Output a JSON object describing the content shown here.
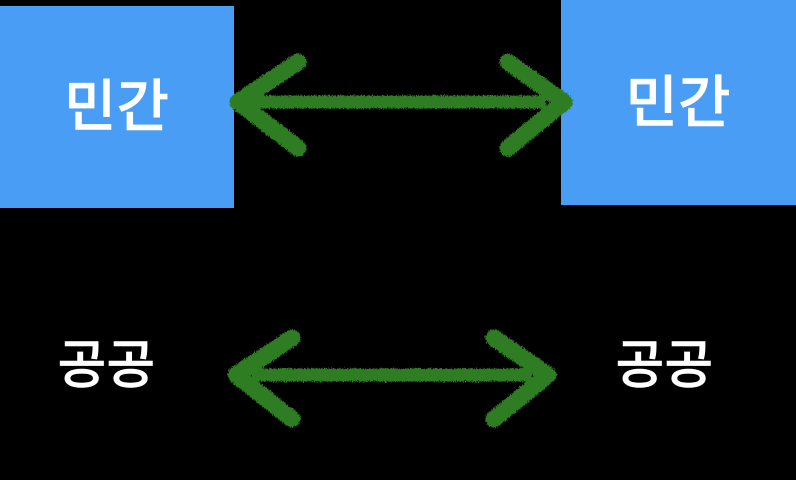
{
  "diagram": {
    "type": "relationship-diagram",
    "background_color": "#000000",
    "accent_box_color": "#4A9DF5",
    "arrow_color": "#2E7D22",
    "label_color": "#FFFFFF",
    "rows": [
      {
        "id": "private-row",
        "left_label": "민간",
        "right_label": "민간",
        "style": "boxed",
        "connector": "double-arrow"
      },
      {
        "id": "public-row",
        "left_label": "공공",
        "right_label": "공공",
        "style": "plain",
        "connector": "double-arrow"
      }
    ],
    "connectors": [
      {
        "name": "private-to-private",
        "direction": "bidirectional"
      },
      {
        "name": "public-to-public",
        "direction": "bidirectional"
      }
    ]
  }
}
